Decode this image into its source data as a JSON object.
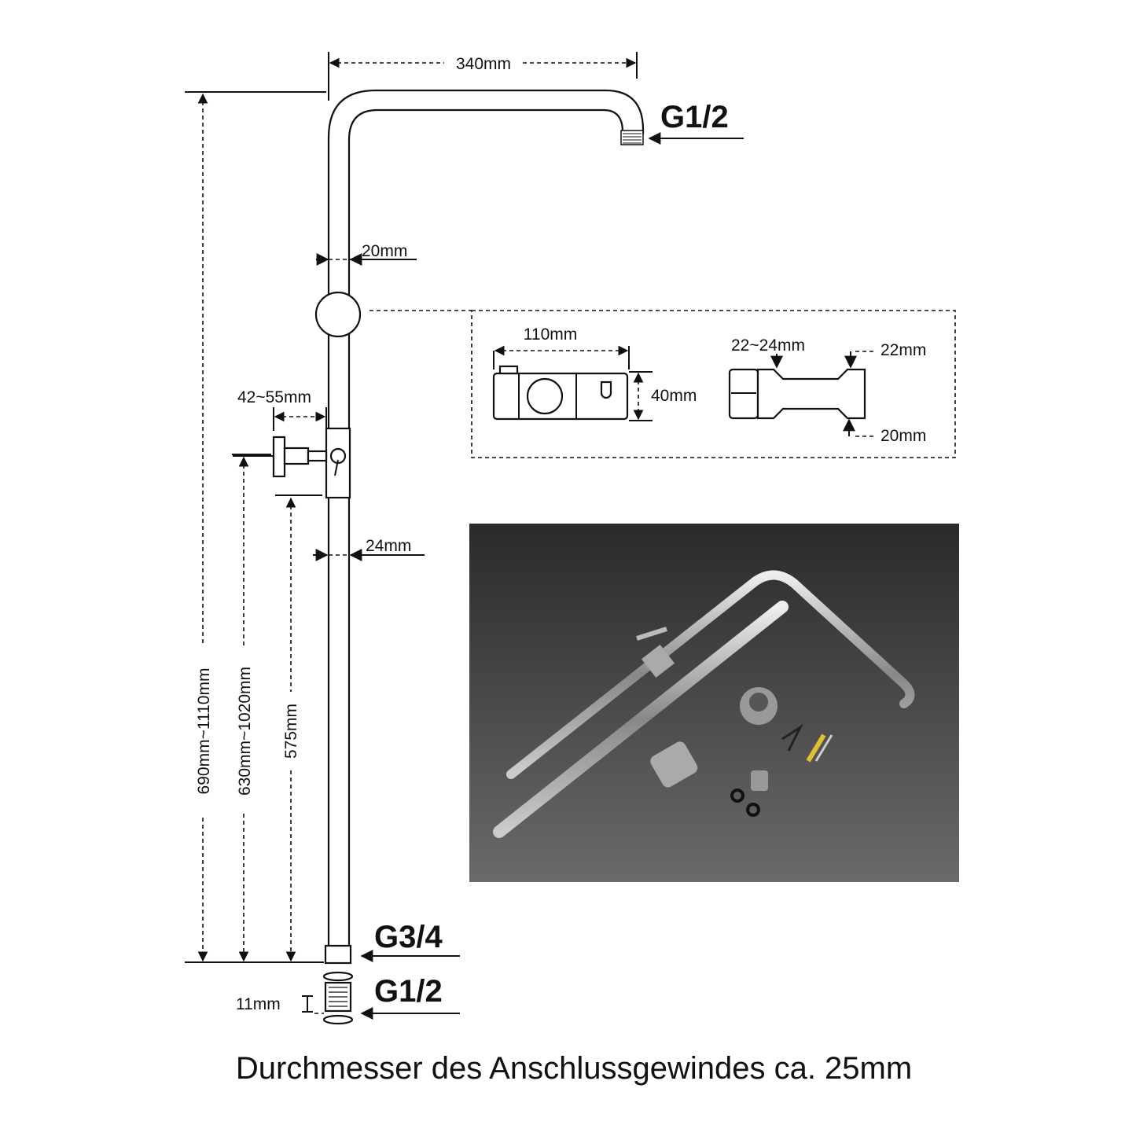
{
  "labels": {
    "top_width": "340mm",
    "top_thread": "G1/2",
    "pipe_upper_diameter": "20mm",
    "slider_width": "110mm",
    "slider_height": "40mm",
    "slider_clamp_range": "22~24mm",
    "slider_top_diameter": "22mm",
    "slider_bottom_diameter": "20mm",
    "wall_distance": "42~55mm",
    "pipe_lower_diameter": "24mm",
    "total_height": "690mm~1110mm",
    "outlet_height": "630mm~1020mm",
    "lower_pipe_length": "575mm",
    "bottom_thread": "G3/4",
    "adapter_thread": "G1/2",
    "adapter_length": "11mm"
  },
  "caption": "Durchmesser des Anschlussgewindes ca. 25mm",
  "colors": {
    "photo_bg": "#3a3a3a",
    "line": "#111111"
  }
}
